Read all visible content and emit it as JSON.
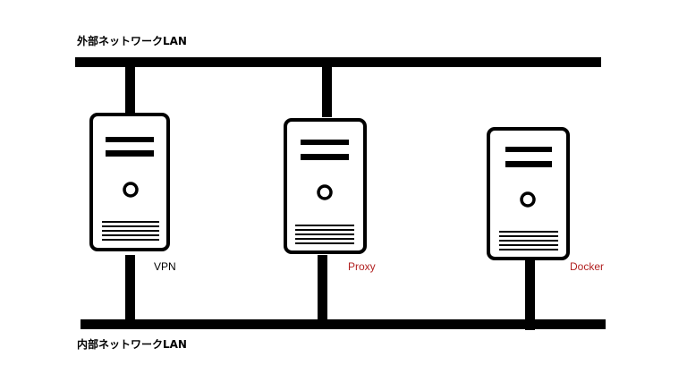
{
  "networks": {
    "external": {
      "label": "外部ネットワークLAN"
    },
    "internal": {
      "label": "内部ネットワークLAN"
    }
  },
  "servers": [
    {
      "id": "vpn",
      "label": "VPN",
      "label_color": "#000000",
      "icon": "server-tower-icon"
    },
    {
      "id": "proxy",
      "label": "Proxy",
      "label_color": "#b22222",
      "icon": "server-tower-icon"
    },
    {
      "id": "docker",
      "label": "Docker",
      "label_color": "#b22222",
      "icon": "server-tower-icon"
    }
  ],
  "colors": {
    "line": "#000000",
    "background": "#ffffff"
  }
}
